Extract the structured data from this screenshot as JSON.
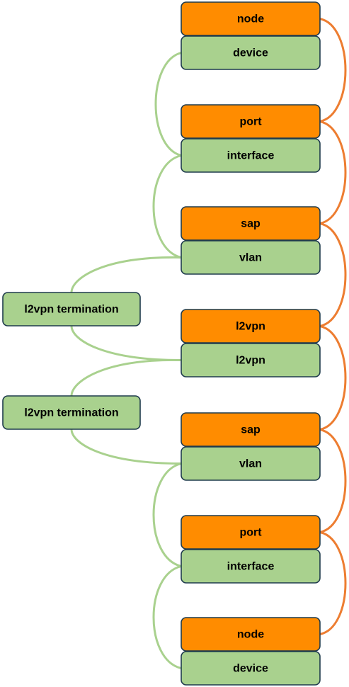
{
  "colors": {
    "orange_box": "#ff8c00",
    "green_box": "#a9d18e",
    "green_link": "#a9d18e",
    "orange_link": "#ed7d31",
    "box_border": "#1f3b4d"
  },
  "stack": [
    {
      "label": "node",
      "kind": "orange"
    },
    {
      "label": "device",
      "kind": "green"
    },
    {
      "label": "port",
      "kind": "orange"
    },
    {
      "label": "interface",
      "kind": "green"
    },
    {
      "label": "sap",
      "kind": "orange"
    },
    {
      "label": "vlan",
      "kind": "green"
    },
    {
      "label": "l2vpn",
      "kind": "orange"
    },
    {
      "label": "l2vpn",
      "kind": "green"
    },
    {
      "label": "sap",
      "kind": "orange"
    },
    {
      "label": "vlan",
      "kind": "green"
    },
    {
      "label": "port",
      "kind": "orange"
    },
    {
      "label": "interface",
      "kind": "green"
    },
    {
      "label": "node",
      "kind": "orange"
    },
    {
      "label": "device",
      "kind": "green"
    }
  ],
  "terminations": [
    {
      "label": "l2vpn termination"
    },
    {
      "label": "l2vpn termination"
    }
  ]
}
